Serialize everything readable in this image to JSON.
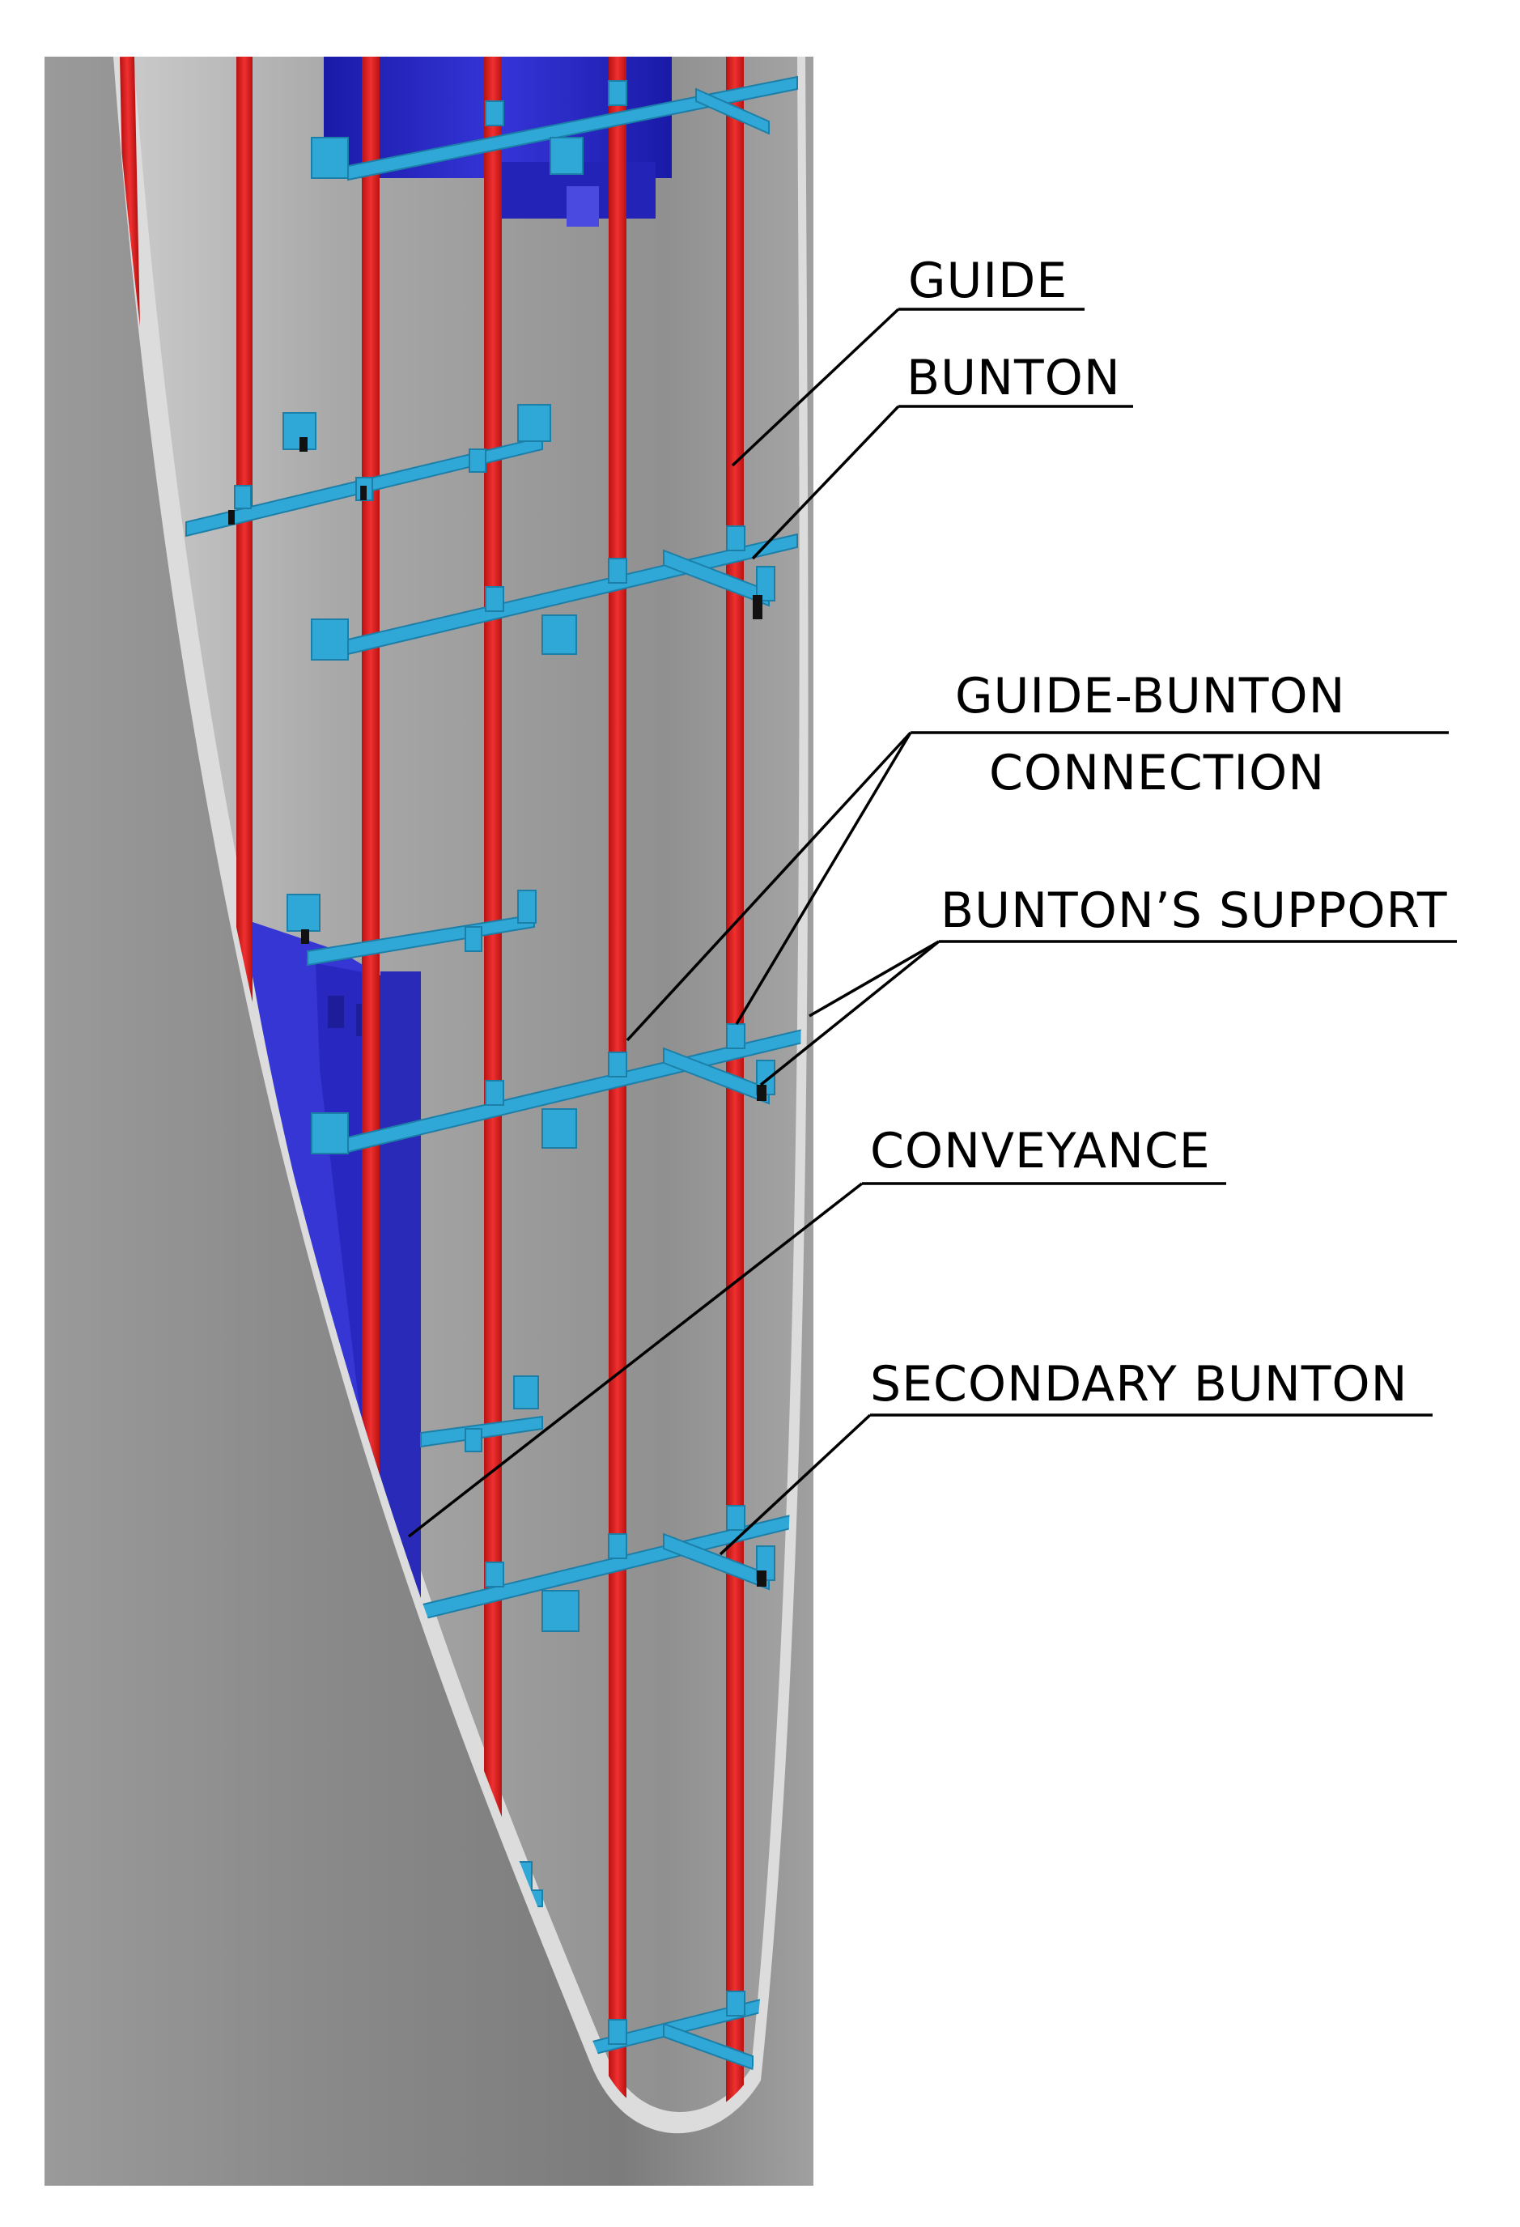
{
  "labels": {
    "guide": "GUIDE",
    "bunton": "BUNTON",
    "guide_bunton_connection_line1": "GUIDE-BUNTON",
    "guide_bunton_connection_line2": "CONNECTION",
    "buntons_support": "BUNTON’S SUPPORT",
    "conveyance": "CONVEYANCE",
    "secondary_bunton": "SECONDARY BUNTON"
  },
  "colors": {
    "shaft_outer": "#8e8e8e",
    "shaft_inner": "#a8a8a8",
    "shaft_rim": "#d9d9d9",
    "guide": "#e51e1e",
    "bunton": "#2fa8d8",
    "conveyance": "#2020c8",
    "label_text": "#000000"
  }
}
